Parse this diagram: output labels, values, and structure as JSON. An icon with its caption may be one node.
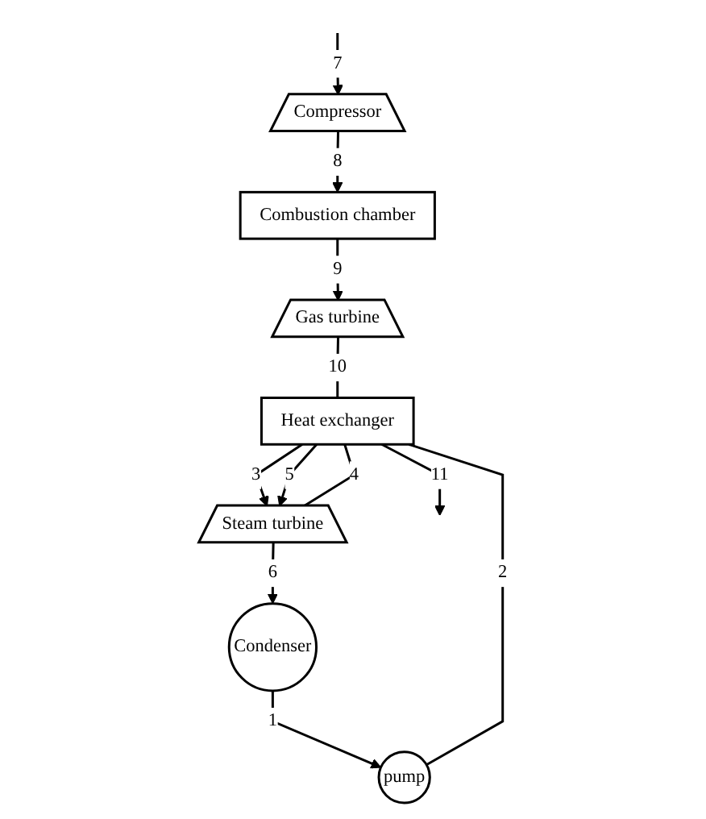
{
  "diagram": {
    "nodes": [
      {
        "text": [
          "Combustion chamber"
        ]
      },
      {
        "text": [
          "Compressor"
        ]
      },
      {
        "text": [
          "Gas turbine"
        ]
      },
      {
        "text": [
          "Heat exchanger"
        ]
      },
      {
        "text": [
          "Steam turbine"
        ]
      },
      {
        "text": [
          "Condenser"
        ]
      },
      {
        "text": [
          "pump"
        ]
      }
    ],
    "edges": [
      {
        "from": null,
        "to": 1,
        "arrow": "to",
        "label": "7"
      },
      {
        "from": 1,
        "to": 0,
        "arrow": "to",
        "label": "8"
      },
      {
        "from": 0,
        "to": 2,
        "arrow": "to",
        "label": "9"
      },
      {
        "from": 2,
        "to": 3,
        "arrow": "none",
        "label": "10"
      },
      {
        "from": 3,
        "to": null,
        "arrow": "to",
        "label": "11"
      },
      {
        "from": 3,
        "to": 4,
        "arrow": "to",
        "label": "3"
      },
      {
        "from": 4,
        "to": 3,
        "arrow": "none",
        "label": "4"
      },
      {
        "from": 3,
        "to": 4,
        "arrow": "to",
        "label": "5"
      },
      {
        "from": 4,
        "to": 5,
        "arrow": "to",
        "label": "6"
      },
      {
        "from": 5,
        "to": 6,
        "arrow": "to",
        "label": "1"
      },
      {
        "from": 6,
        "to": 3,
        "arrow": "none",
        "label": "2"
      }
    ]
  }
}
